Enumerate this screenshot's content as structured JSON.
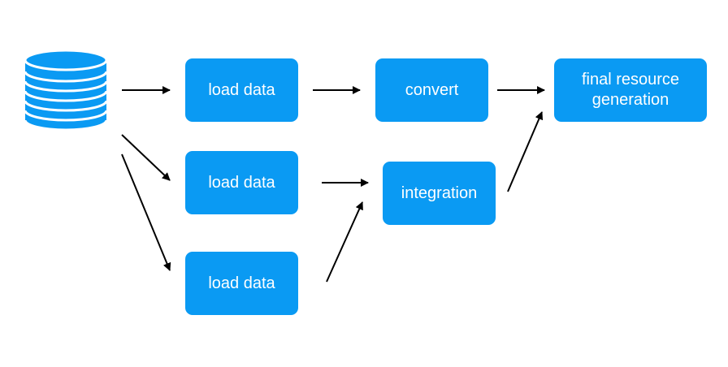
{
  "diagram": {
    "source_icon": "database-icon",
    "colors": {
      "node_fill": "#0a9af3",
      "node_text": "#ffffff",
      "arrow": "#000000"
    },
    "nodes": {
      "load_data_1": "load data",
      "load_data_2": "load data",
      "load_data_3": "load data",
      "convert": "convert",
      "integration": "integration",
      "final_resource_generation": "final resource generation"
    },
    "edges": [
      [
        "database",
        "load_data_1"
      ],
      [
        "database",
        "load_data_2"
      ],
      [
        "database",
        "load_data_3"
      ],
      [
        "load_data_1",
        "convert"
      ],
      [
        "load_data_2",
        "integration"
      ],
      [
        "load_data_3",
        "integration"
      ],
      [
        "convert",
        "final_resource_generation"
      ],
      [
        "integration",
        "final_resource_generation"
      ]
    ]
  }
}
